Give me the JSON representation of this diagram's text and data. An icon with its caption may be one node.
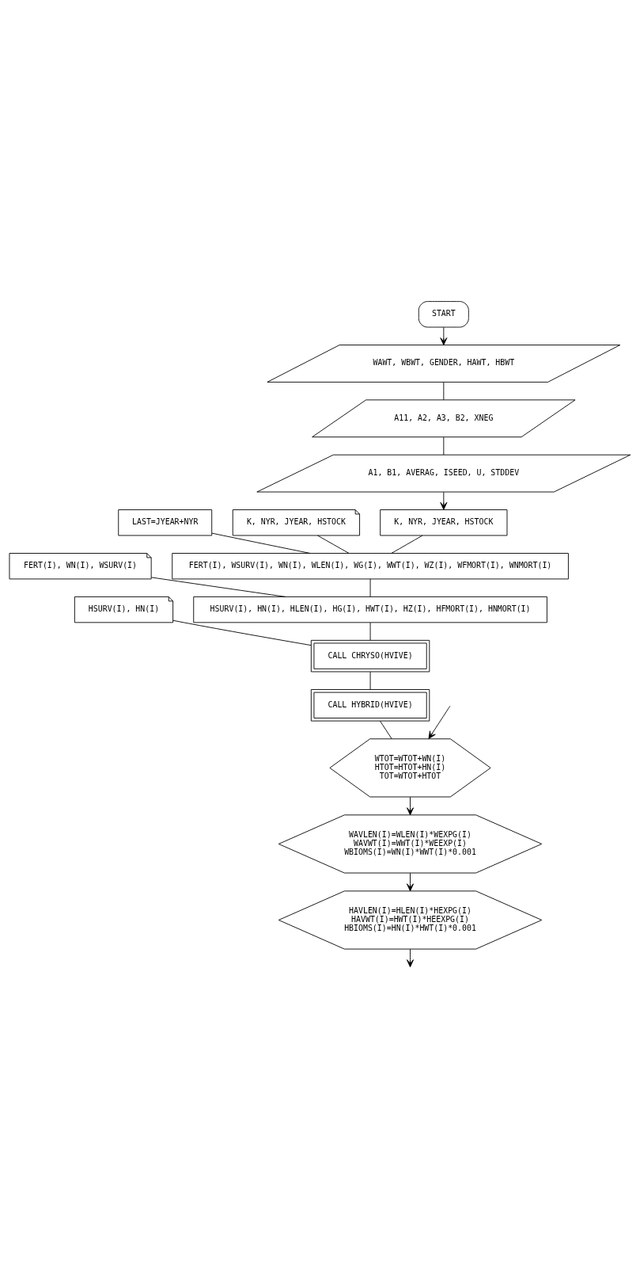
{
  "diagram": {
    "nodes": [
      {
        "text": [
          "START"
        ]
      },
      {
        "text": [
          "WAWT, WBWT, GENDER, HAWT, HBWT"
        ]
      },
      {
        "text": [
          "A11, A2, A3, B2, XNEG"
        ]
      },
      {
        "text": [
          "A1, B1, AVERAG, ISEED, U, STDDEV"
        ]
      },
      {
        "text": [
          "LAST=JYEAR+NYR"
        ]
      },
      {
        "text": [
          "K, NYR, JYEAR, HSTOCK"
        ]
      },
      {
        "text": [
          "K, NYR, JYEAR, HSTOCK"
        ]
      },
      {
        "text": [
          "FERT(I), WSURV(I), WN(I), WLEN(I), WG(I), WWT(I), WZ(I), WFMORT(I), WNMORT(I)"
        ]
      },
      {
        "text": [
          "FERT(I), WN(I), WSURV(I)"
        ]
      },
      {
        "text": [
          "HSURV(I), HN(I), HLEN(I), HG(I), HWT(I), HZ(I), HFMORT(I), HNMORT(I)"
        ]
      },
      {
        "text": [
          "HSURV(I), HN(I)"
        ]
      },
      {
        "text": [
          "CALL CHRYSO(HVIVE)"
        ]
      },
      {
        "text": [
          "CALL HYBRID(HVIVE)"
        ]
      },
      {
        "text": [
          "WTOT=WTOT+WN(I)",
          "HTOT=HTOT+HN(I)",
          "TOT=WTOT+HTOT"
        ]
      },
      {
        "text": [
          "WAVLEN(I)=WLEN(I)*WEXPG(I)",
          "WAVWT(I)=WWT(I)*WEEXP(I)",
          "WBIOMS(I)=WN(I)*WWT(I)*0.001"
        ]
      },
      {
        "text": [
          "HAVLEN(I)=HLEN(I)*HEXPG(I)",
          "HAVWT(I)=HWT(I)*HEEXPG(I)",
          "HBIOMS(I)=HN(I)*HWT(I)*0.001"
        ]
      }
    ],
    "edges": [
      {
        "from": 0,
        "to": 1,
        "arrow": "to"
      },
      {
        "from": 1,
        "to": 2,
        "arrow": "none"
      },
      {
        "from": 2,
        "to": 3,
        "arrow": "none"
      },
      {
        "from": 3,
        "to": 5,
        "arrow": "to"
      },
      {
        "from": 5,
        "to": 7,
        "arrow": "none"
      },
      {
        "from": 6,
        "to": 7,
        "arrow": "none"
      },
      {
        "from": 4,
        "to": 7,
        "arrow": "none"
      },
      {
        "from": 7,
        "to": 9,
        "arrow": "none"
      },
      {
        "from": 8,
        "to": 9,
        "arrow": "none"
      },
      {
        "from": 9,
        "to": 11,
        "arrow": "none"
      },
      {
        "from": 10,
        "to": 11,
        "arrow": "none"
      },
      {
        "from": 11,
        "to": 12,
        "arrow": "none"
      },
      {
        "from": 12,
        "to": 13,
        "arrow": "none"
      },
      {
        "from": null,
        "to": 13,
        "arrow": "to"
      },
      {
        "from": 13,
        "to": 14,
        "arrow": "to"
      },
      {
        "from": 14,
        "to": 15,
        "arrow": "to"
      },
      {
        "from": 15,
        "to": null,
        "arrow": "to"
      }
    ]
  }
}
